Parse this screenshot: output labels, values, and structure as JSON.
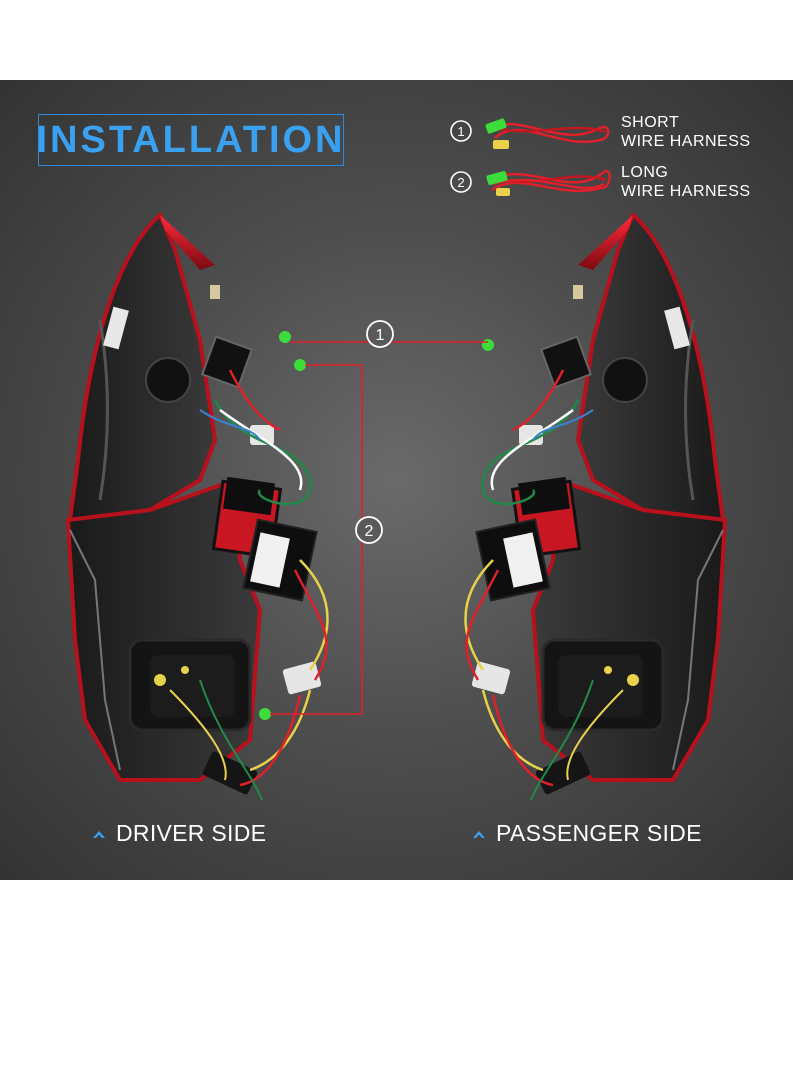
{
  "title": "INSTALLATION",
  "legend": [
    {
      "number": "1",
      "line1": "SHORT",
      "line2": "WIRE HARNESS"
    },
    {
      "number": "2",
      "line1": "LONG",
      "line2": "WIRE HARNESS"
    }
  ],
  "callouts": {
    "route1": "1",
    "route2": "2"
  },
  "labels": {
    "driver": "DRIVER SIDE",
    "passenger": "PASSENGER SIDE"
  },
  "colors": {
    "accent_blue": "#3aa0f0",
    "wire_red": "#e0202a",
    "connector_green": "#3ddc3d",
    "background": "#4e4e4e"
  },
  "icons": [
    "chevron-up-icon",
    "tail-light-assembly",
    "wire-harness"
  ]
}
